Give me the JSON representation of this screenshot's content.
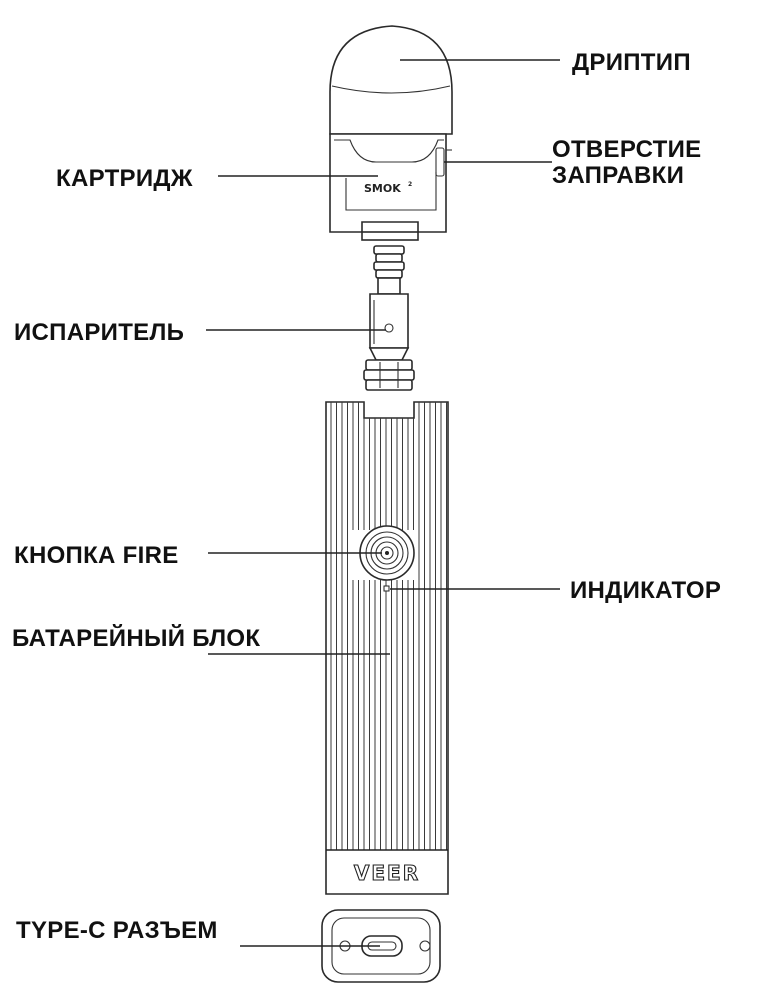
{
  "labels": {
    "driptip": "ДРИПТИП",
    "cartridge": "КАРТРИДЖ",
    "fill_port_line1": "ОТВЕРСТИЕ",
    "fill_port_line2": "ЗАПРАВКИ",
    "coil": "ИСПАРИТЕЛЬ",
    "fire_button": "КНОПКА FIRE",
    "indicator": "ИНДИКАТОР",
    "battery": "БАТАРЕЙНЫЙ БЛОК",
    "usb": "TYPE-C РАЗЪЕМ"
  },
  "brand": {
    "cartridge_logo": "SMOK",
    "battery_logo": "VEER"
  },
  "colors": {
    "line": "#222222",
    "text": "#111111",
    "background": "#ffffff"
  }
}
